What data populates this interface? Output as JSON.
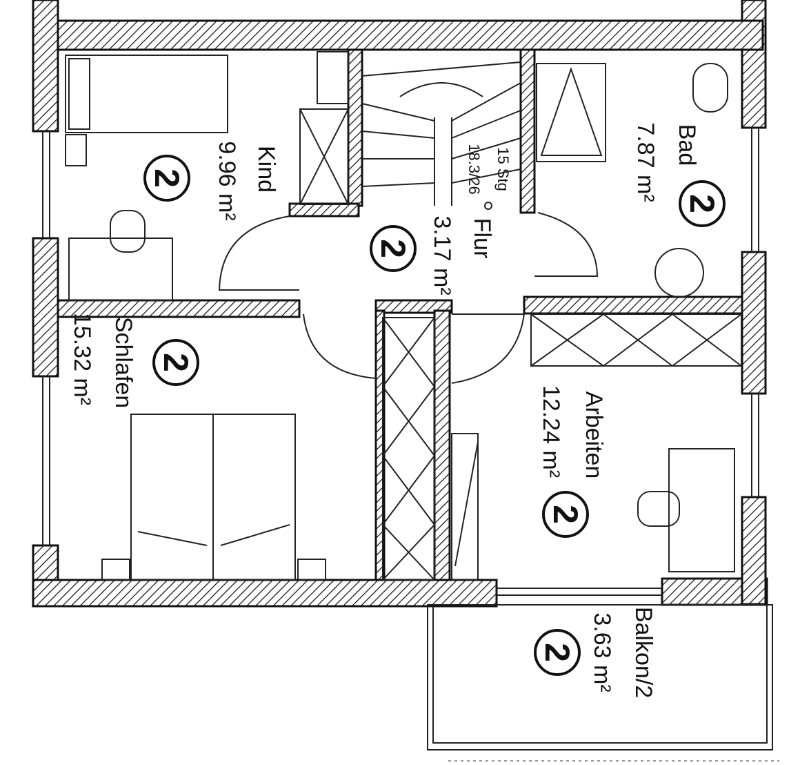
{
  "rooms": [
    {
      "name": "Kind",
      "area": "9.96 m²",
      "level": "2"
    },
    {
      "name": "Bad",
      "area": "7.87 m²",
      "level": "2"
    },
    {
      "name": "Flur",
      "area": "3.17 m²",
      "level": "2"
    },
    {
      "name": "Schlafen",
      "area": "15.32 m²",
      "level": "2"
    },
    {
      "name": "Arbeiten",
      "area": "12.24 m²",
      "level": "2"
    },
    {
      "name": "Balkon/2",
      "area": "3.63 m²",
      "level": "2"
    }
  ],
  "stairs": {
    "steps": "15 Stg",
    "ratio": "18.3/26"
  }
}
